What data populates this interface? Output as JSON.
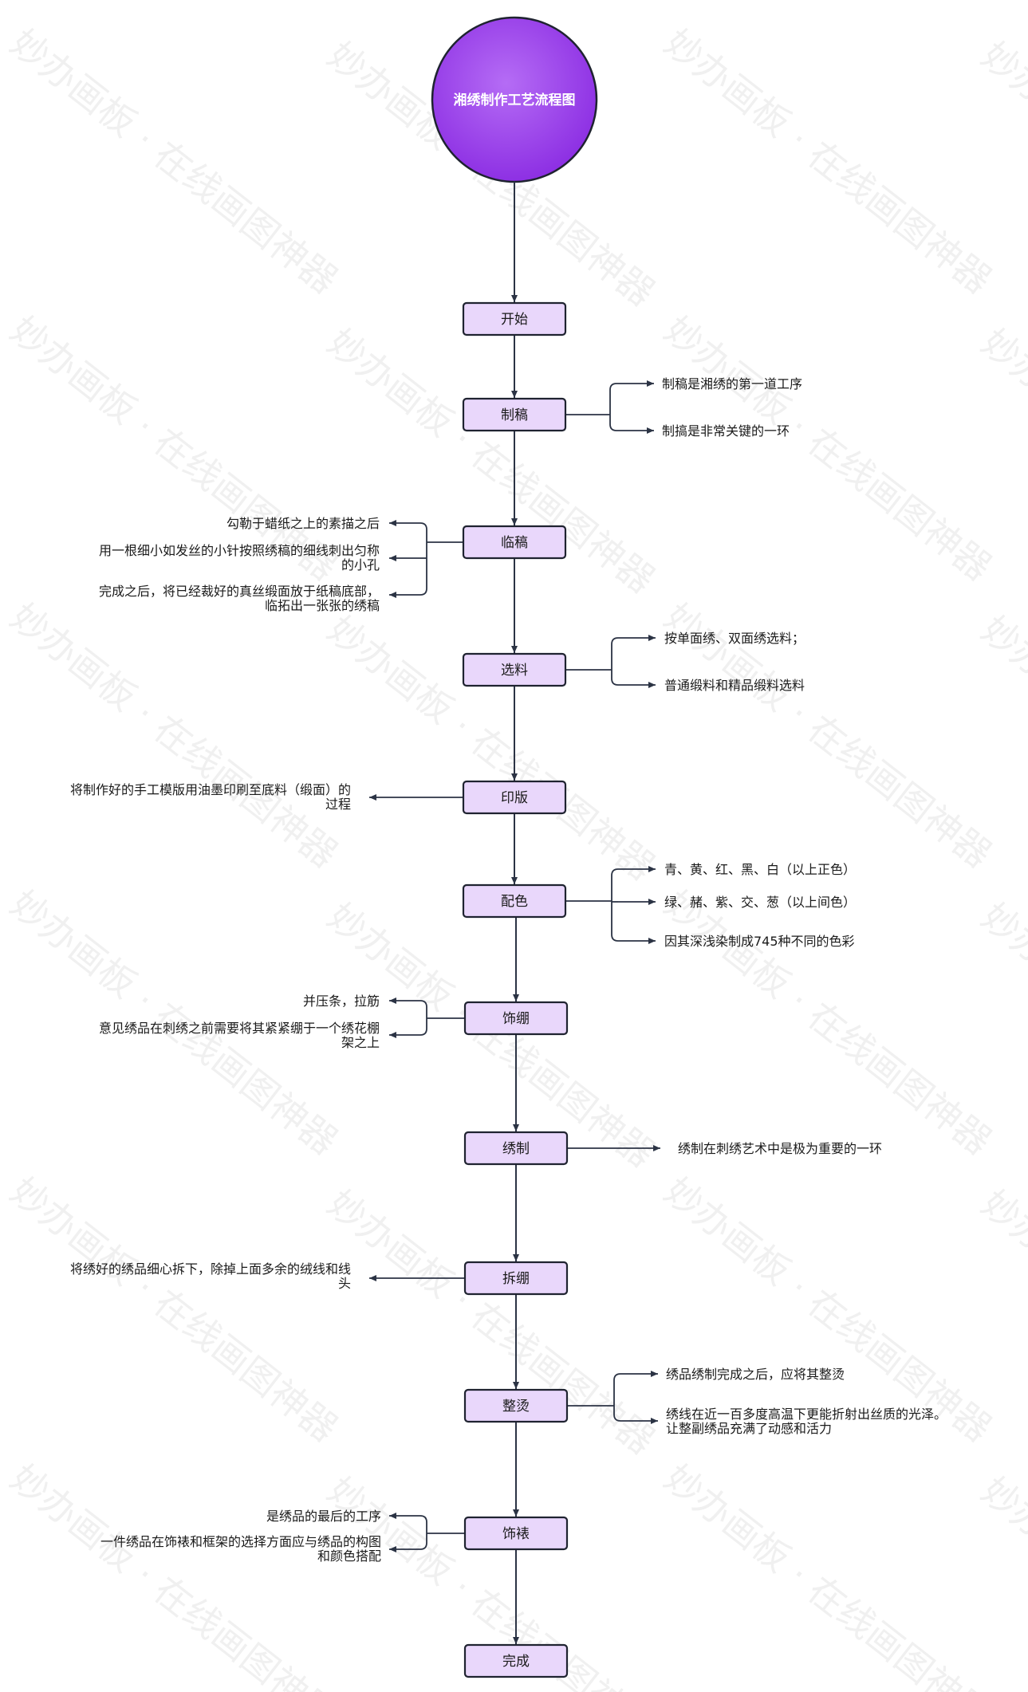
{
  "title": "湘绣制作工艺流程图",
  "watermark": "妙办画板 · 在线画图神器",
  "colors": {
    "title_fill_start": "#b56cf5",
    "title_fill_end": "#8a2be2",
    "node_fill": "#e9d7fb",
    "stroke": "#2b3344"
  },
  "steps": [
    {
      "id": "start",
      "label": "开始"
    },
    {
      "id": "draft",
      "label": "制稿"
    },
    {
      "id": "trace",
      "label": "临稿"
    },
    {
      "id": "material",
      "label": "选料"
    },
    {
      "id": "print",
      "label": "印版"
    },
    {
      "id": "color",
      "label": "配色"
    },
    {
      "id": "frame",
      "label": "饰绷"
    },
    {
      "id": "embroider",
      "label": "绣制"
    },
    {
      "id": "unframe",
      "label": "拆绷"
    },
    {
      "id": "iron",
      "label": "整烫"
    },
    {
      "id": "mount",
      "label": "饰裱"
    },
    {
      "id": "finish",
      "label": "完成"
    }
  ],
  "notes": {
    "draft": [
      "制稿是湘绣的第一道工序",
      "制搞是非常关键的一环"
    ],
    "trace": [
      [
        "勾勒于蜡纸之上的素描之后"
      ],
      [
        "用一根细小如发丝的小针按照绣稿的细线刺出匀称",
        "的小孔"
      ],
      [
        "完成之后，将已经裁好的真丝缎面放于纸稿底部，",
        "临拓出一张张的绣稿"
      ]
    ],
    "material": [
      "按单面绣、双面绣选料；",
      "普通缎料和精品缎料选料"
    ],
    "print": [
      "将制作好的手工模版用油墨印刷至底料（缎面）的",
      "过程"
    ],
    "color": [
      "青、黄、红、黑、白（以上正色）",
      "绿、赭、紫、交、葱（以上间色）",
      "因其深浅染制成745种不同的色彩"
    ],
    "frame": [
      [
        "并压条，拉筋"
      ],
      [
        "意见绣品在刺绣之前需要将其紧紧绷于一个绣花棚",
        "架之上"
      ]
    ],
    "embroider": [
      "绣制在刺绣艺术中是极为重要的一环"
    ],
    "unframe": [
      "将绣好的绣品细心拆下，除掉上面多余的绒线和线",
      "头"
    ],
    "iron": [
      [
        "绣品绣制完成之后，应将其整烫"
      ],
      [
        "绣线在近一百多度高温下更能折射出丝质的光泽。",
        "让整副绣品充满了动感和活力"
      ]
    ],
    "mount": [
      [
        "是绣品的最后的工序"
      ],
      [
        "一件绣品在饰裱和框架的选择方面应与绣品的构图",
        "和颜色搭配"
      ]
    ]
  }
}
